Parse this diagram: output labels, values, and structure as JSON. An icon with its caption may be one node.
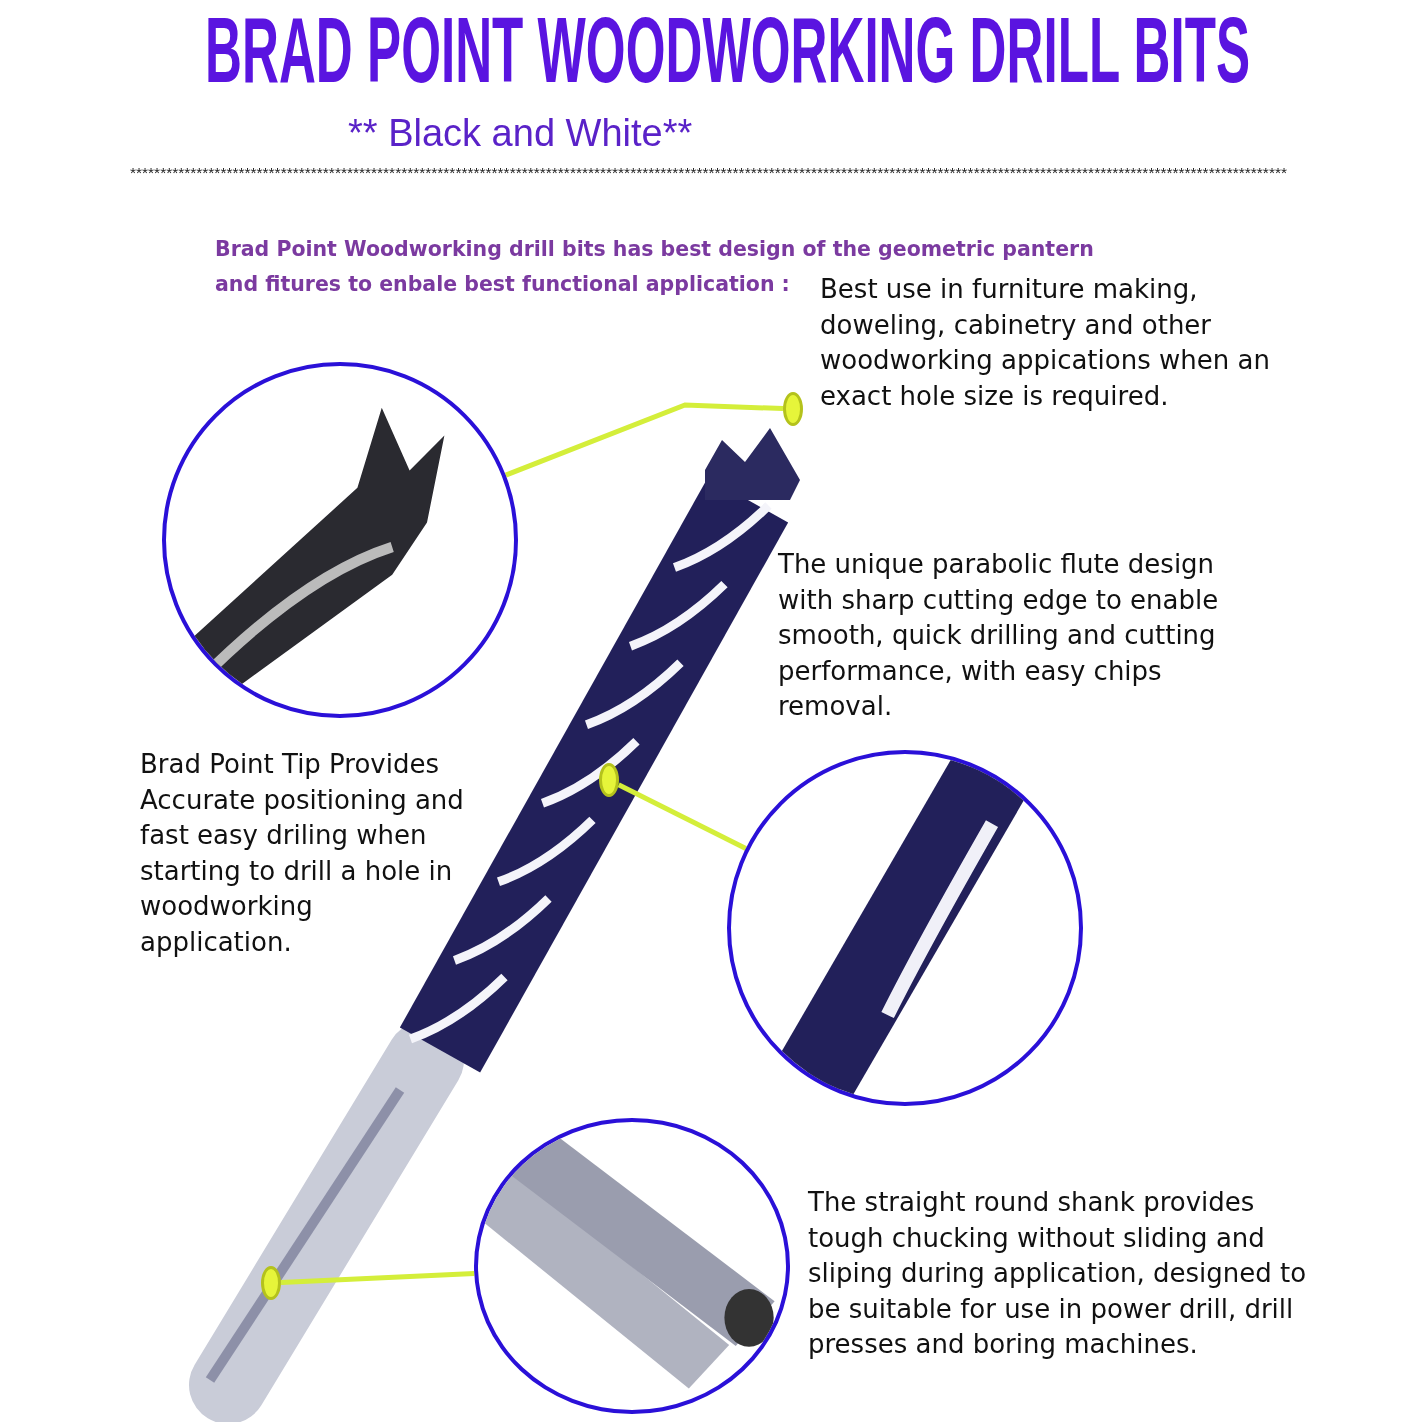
{
  "diagram": {
    "title": "BRAD POINT WOODWORKING DRILL BITS",
    "nodes": [
      {
        "text": [],
        "shape": "picture"
      },
      {
        "text": [],
        "shape": "circle"
      },
      {
        "text": [],
        "shape": "picture"
      },
      {
        "text": [],
        "shape": "circle"
      },
      {
        "text": [],
        "shape": "picture"
      },
      {
        "text": [],
        "shape": "circle"
      }
    ],
    "edges": [
      {
        "from": 1,
        "to": 0,
        "arrow": "none"
      },
      {
        "from": 3,
        "to": 2,
        "arrow": "none"
      },
      {
        "from": 5,
        "to": 4,
        "arrow": "none"
      }
    ],
    "labels": [
      "** Black and White**",
      "************************************************************************************************************************************************************************************************",
      "Brad Point Woodworking drill bits has best design of the geometric pantern and fitures to enbale best functional application :",
      "Best use in furniture making, doweling, cabinetry and other woodworking appications when an exact hole size is required.",
      "The unique parabolic flute design with sharp cutting edge to enable smooth, quick drilling and cutting performance, with easy chips removal.",
      "Brad Point Tip Provides Accurate positioning and fast easy driling when starting to drill a hole in woodworking application.",
      "The straight round shank provides tough chucking without sliding and sliping during application, designed to be suitable for  use in power drill, drill presses and boring machines."
    ]
  }
}
